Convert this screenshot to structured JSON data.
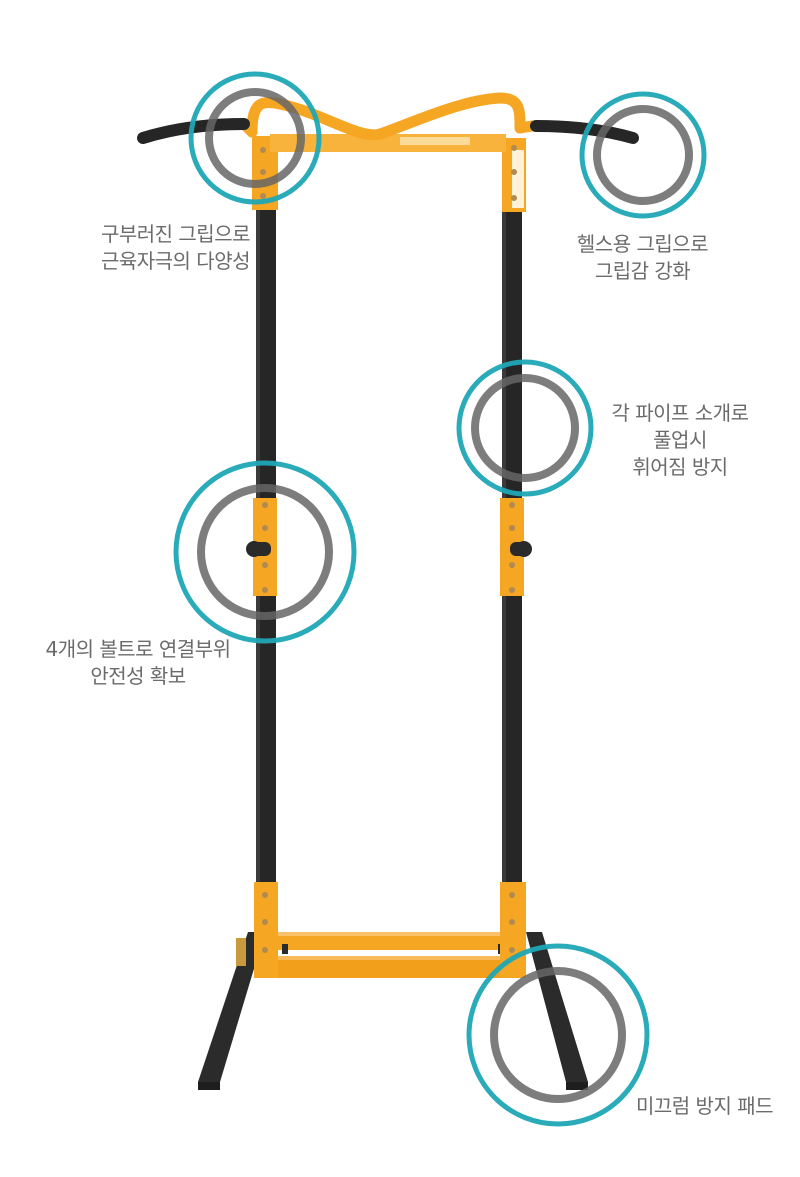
{
  "image": {
    "subject": "pull-up bar stand",
    "background_color": "#ffffff",
    "colors": {
      "frame_orange": "#f5a623",
      "frame_black": "#2b2b2b",
      "grip_black": "#262626",
      "circle_teal": "#1fa7b5",
      "circle_gray": "#6e6e6e",
      "label_text": "#6b6b6b"
    }
  },
  "callouts": [
    {
      "id": "curved-grip",
      "lines": [
        "구부러진 그립으로",
        "근육자극의 다양성"
      ]
    },
    {
      "id": "fitness-grip",
      "lines": [
        "헬스용 그립으로",
        "그립감 강화"
      ]
    },
    {
      "id": "pipe-bend",
      "lines": [
        "각 파이프 소개로",
        "풀업시",
        "휘어짐 방지"
      ]
    },
    {
      "id": "bolt-safety",
      "lines": [
        "4개의 볼트로 연결부위",
        "안전성 확보"
      ]
    },
    {
      "id": "anti-slip",
      "lines": [
        "미끄럼 방지 패드"
      ]
    }
  ]
}
